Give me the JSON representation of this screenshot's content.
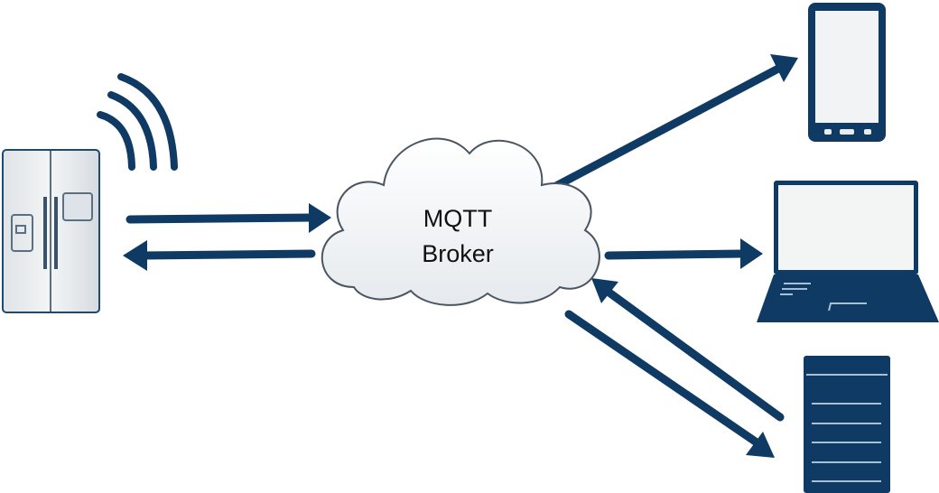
{
  "broker": {
    "line1": "MQTT",
    "line2": "Broker"
  },
  "colors": {
    "primary": "#0f3a64",
    "light": "#e8ecef"
  },
  "nodes": [
    "refrigerator",
    "smartphone",
    "laptop",
    "server"
  ]
}
